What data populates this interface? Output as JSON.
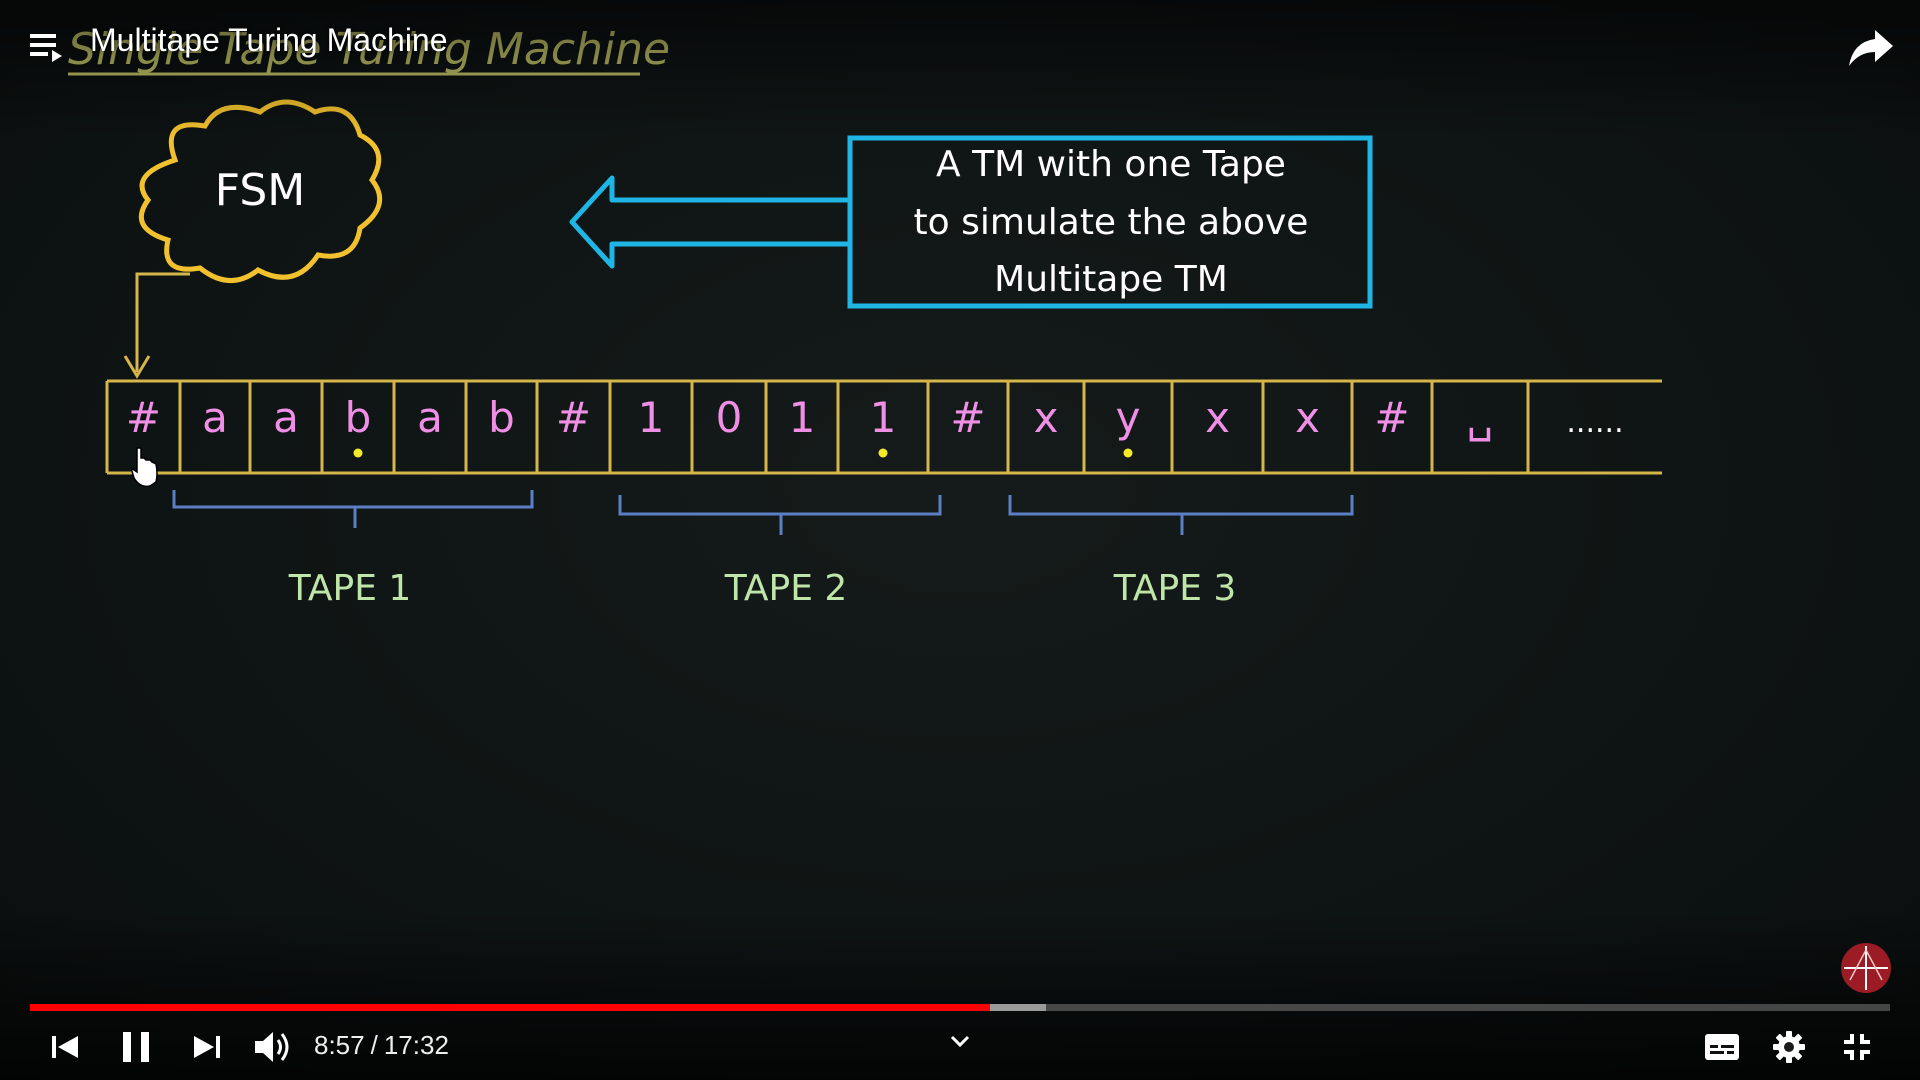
{
  "header": {
    "video_title": "Multitape Turing Machine"
  },
  "lecture": {
    "board_title": "Single Tape Turing Machine",
    "fsm_label": "FSM",
    "callout_lines": [
      "A TM with one Tape",
      "to simulate the above",
      "Multitape TM"
    ],
    "tape_cells": [
      "#",
      "a",
      "a",
      "b",
      "a",
      "b",
      "#",
      "1",
      "0",
      "1",
      "1",
      "#",
      "x",
      "y",
      "x",
      "x",
      "#",
      "␣",
      "......"
    ],
    "virtual_head_cells": [
      3,
      10,
      13
    ],
    "tape_labels": [
      "TAPE 1",
      "TAPE 2",
      "TAPE 3"
    ],
    "colors": {
      "background": "#0f1414",
      "tape_border": "#d6b54a",
      "symbol": "#f08fe6",
      "callout_border": "#1fb6e6",
      "brace": "#5b7fc4",
      "tape_label": "#bfe6a8",
      "cloud": "#f2c12e",
      "head_dot": "#f5e92a",
      "board_title": "#c7c96a"
    }
  },
  "player": {
    "current_time": "8:57",
    "duration": "17:32",
    "progress_fraction": 0.516,
    "buffered_fraction": 0.546,
    "accent_color": "#ff0000",
    "icons": [
      "playlist-icon",
      "share-icon",
      "previous-icon",
      "pause-icon",
      "next-icon",
      "volume-icon",
      "chevron-down-icon",
      "subtitles-icon",
      "settings-icon",
      "exit-fullscreen-icon"
    ]
  }
}
